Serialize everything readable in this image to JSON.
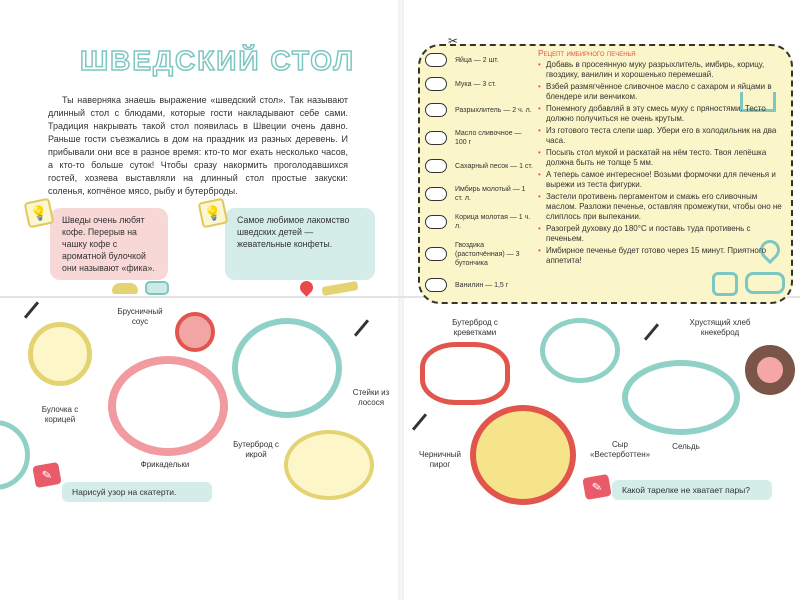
{
  "left_page": {
    "title": "Шведский стол",
    "intro": "Ты наверняка знаешь выражение «шведский стол». Так называют длинный стол с блюдами, которые гости накладывают себе сами. Традиция накрывать такой стол появилась в Швеции очень давно. Раньше гости съезжались в дом на праздник из разных деревень. И прибывали они все в разное время: кто-то мог ехать несколько часов, а кто-то больше суток! Чтобы сразу накормить проголодавшихся гостей, хозяева выставляли на длинный стол простые закуски: соленья, копчёное мясо, рыбу и бутерброды.",
    "tips": [
      "Шведы очень любят кофе. Перерыв на чашку кофе с ароматной булочкой они называют «фика».",
      "Самое любимое лакомство шведских детей — жевательные конфеты."
    ],
    "dishes": [
      "Брусничный соус",
      "Булочка с корицей",
      "Фрикадельки",
      "Стейки из лосося",
      "Бутерброд с икрой"
    ],
    "task": "Нарисуй узор на скатерти."
  },
  "right_page": {
    "ingredients": [
      {
        "icon": "eggs-icon",
        "text": "Яйца — 2 шт."
      },
      {
        "icon": "flour-bowl-icon",
        "text": "Мука — 3 ст."
      },
      {
        "icon": "baking-powder-icon",
        "text": "Разрыхлитель — 2 ч. л."
      },
      {
        "icon": "butter-icon",
        "text": "Масло сливочное — 100 г"
      },
      {
        "icon": "sugar-bowl-icon",
        "text": "Сахарный песок — 1 ст."
      },
      {
        "icon": "ginger-icon",
        "text": "Имбирь молотый — 1 ст. л."
      },
      {
        "icon": "cinnamon-icon",
        "text": "Корица молотая — 1 ч. л."
      },
      {
        "icon": "cloves-icon",
        "text": "Гвоздика (растолчённая) — 3 бутончика"
      },
      {
        "icon": "vanilla-icon",
        "text": "Ванилин — 1,5 г"
      }
    ],
    "recipe_title": "Рецепт имбирного печенья",
    "steps": [
      "Добавь в просеянную муку разрыхлитель, имбирь, корицу, гвоздику, ванилин и хорошенько перемешай.",
      "Взбей размягчённое сливочное масло с сахаром и яйцами в блендере или венчиком.",
      "Понемногу добавляй в эту смесь муку с пряностями. Тесто должно получиться не очень крутым.",
      "Из готового теста слепи шар. Убери его в холодильник на два часа.",
      "Посыпь стол мукой и раскатай на нём тесто. Твоя лепёшка должна быть не толще 5 мм.",
      "А теперь самое интересное! Возьми формочки для печенья и вырежи из теста фигурки.",
      "Застели противень пергаментом и смажь его сливочным маслом. Разложи печенье, оставляя промежутки, чтобы оно не слиплось при выпекании.",
      "Разогрей духовку до 180°С и поставь туда противень с печеньем.",
      "Имбирное печенье будет готово через 15 минут. Приятного аппетита!"
    ],
    "dishes": [
      "Бутерброд с креветками",
      "Хрустящий хлеб кнекеброд",
      "Черничный пирог",
      "Сыр «Вестерботтен»",
      "Сельдь"
    ],
    "task": "Какой тарелке не хватает пары?"
  },
  "colors": {
    "accent_teal": "#7cc7c2",
    "accent_red": "#e2554d",
    "pink": "#f8d8d6",
    "mint": "#d5ede9",
    "yellow": "#fbf6c9"
  }
}
